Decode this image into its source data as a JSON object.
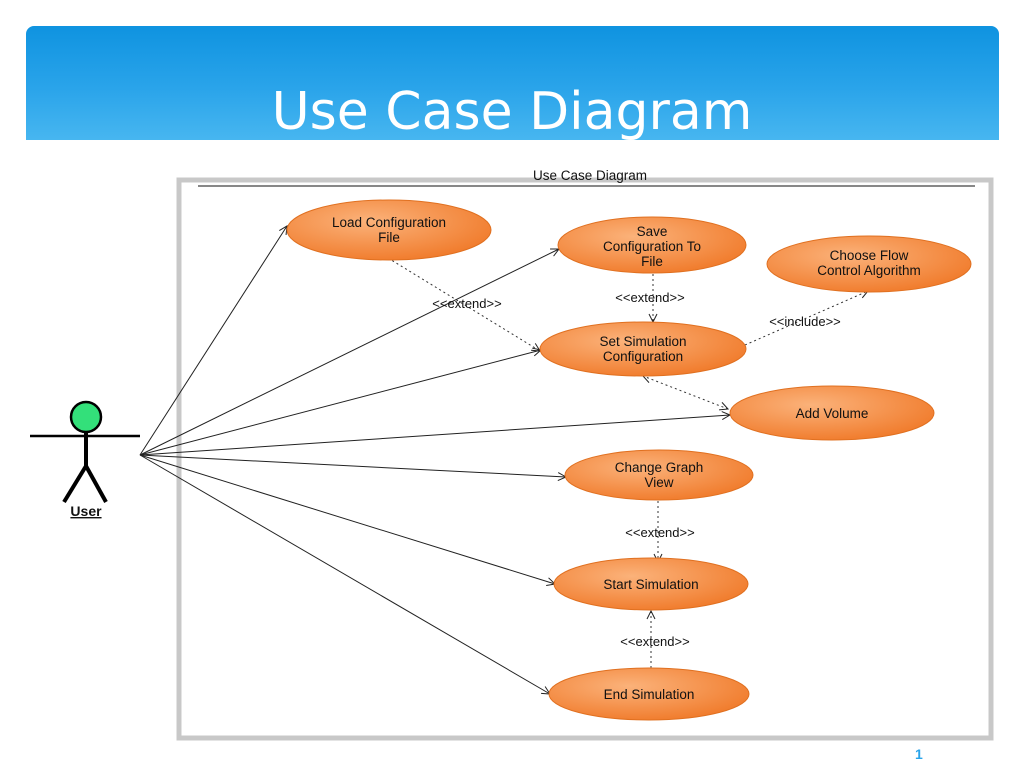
{
  "slide": {
    "title": "Use Case Diagram",
    "page_number": "1"
  },
  "diagram": {
    "frame_title": "Use Case Diagram",
    "actor": {
      "label": "User",
      "head_color": "#33e07a"
    },
    "use_case_color": "#f58a3c",
    "use_cases": [
      {
        "id": "load_config",
        "lines": [
          "Load Configuration",
          "File"
        ]
      },
      {
        "id": "save_config",
        "lines": [
          "Save",
          "Configuration To",
          "File"
        ]
      },
      {
        "id": "choose_flow",
        "lines": [
          "Choose Flow",
          "Control Algorithm"
        ]
      },
      {
        "id": "set_sim",
        "lines": [
          "Set Simulation",
          "Configuration"
        ]
      },
      {
        "id": "add_volume",
        "lines": [
          "Add Volume"
        ]
      },
      {
        "id": "change_graph",
        "lines": [
          "Change Graph",
          "View"
        ]
      },
      {
        "id": "start_sim",
        "lines": [
          "Start Simulation"
        ]
      },
      {
        "id": "end_sim",
        "lines": [
          "End Simulation"
        ]
      }
    ],
    "associations": [
      "load_config",
      "save_config",
      "set_sim",
      "add_volume",
      "change_graph",
      "start_sim",
      "end_sim"
    ],
    "relations": [
      {
        "from": "load_config",
        "to": "set_sim",
        "label": "<<extend>>"
      },
      {
        "from": "save_config",
        "to": "set_sim",
        "label": "<<extend>>"
      },
      {
        "from": "set_sim",
        "to": "choose_flow",
        "label": "<<include>>"
      },
      {
        "from": "add_volume",
        "to": "set_sim",
        "label": ""
      },
      {
        "from": "change_graph",
        "to": "start_sim",
        "label": "<<extend>>"
      },
      {
        "from": "end_sim",
        "to": "start_sim",
        "label": "<<extend>>"
      }
    ]
  }
}
